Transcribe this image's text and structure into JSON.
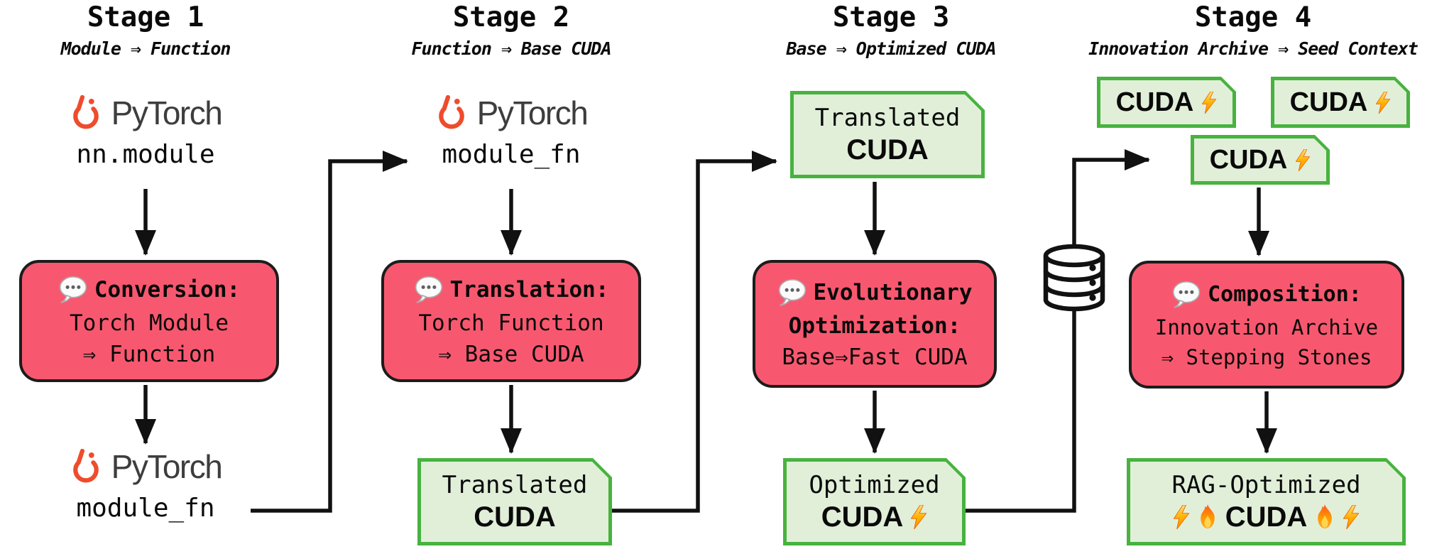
{
  "colors": {
    "process_fill": "#F8586F",
    "process_border": "#1c1c1c",
    "artifact_fill": "#E1EFD9",
    "artifact_border": "#47B33E",
    "connector": "#111111",
    "pytorch_orange": "#EE4C2C"
  },
  "stages": [
    {
      "title": "Stage 1",
      "subtitle": "Module ⇒ Function",
      "input": {
        "brand": "PyTorch",
        "label": "nn.module"
      },
      "process": {
        "icon": "speech-balloon-icon",
        "title": "Conversion:",
        "line1": "Torch Module",
        "line2": "⇒ Function"
      },
      "output": {
        "brand": "PyTorch",
        "label": "module_fn"
      }
    },
    {
      "title": "Stage 2",
      "subtitle": "Function ⇒ Base CUDA",
      "input": {
        "brand": "PyTorch",
        "label": "module_fn"
      },
      "process": {
        "icon": "speech-balloon-icon",
        "title": "Translation:",
        "line1": "Torch Function",
        "line2": "⇒ Base CUDA"
      },
      "output": {
        "line1": "Translated",
        "line2": "CUDA"
      }
    },
    {
      "title": "Stage 3",
      "subtitle": "Base ⇒ Optimized CUDA",
      "input": {
        "line1": "Translated",
        "line2": "CUDA"
      },
      "process": {
        "icon": "speech-balloon-icon",
        "title_line1": "Evolutionary",
        "title_line2": "Optimization:",
        "line1": "Base⇒Fast CUDA"
      },
      "output": {
        "line1": "Optimized",
        "line2": "CUDA",
        "icon": "lightning-bolt-icon"
      }
    },
    {
      "title": "Stage 4",
      "subtitle": "Innovation Archive ⇒ Seed Context",
      "archive": {
        "chip1": "CUDA",
        "chip2": "CUDA",
        "chip3": "CUDA",
        "chip_icon": "lightning-bolt-icon"
      },
      "process": {
        "icon": "speech-balloon-icon",
        "title": "Composition:",
        "line1": "Innovation Archive",
        "line2": "⇒ Stepping Stones"
      },
      "output": {
        "line1": "RAG-Optimized",
        "line2": "CUDA",
        "icons": "lightning-bolt-icon fire-icon"
      }
    }
  ]
}
